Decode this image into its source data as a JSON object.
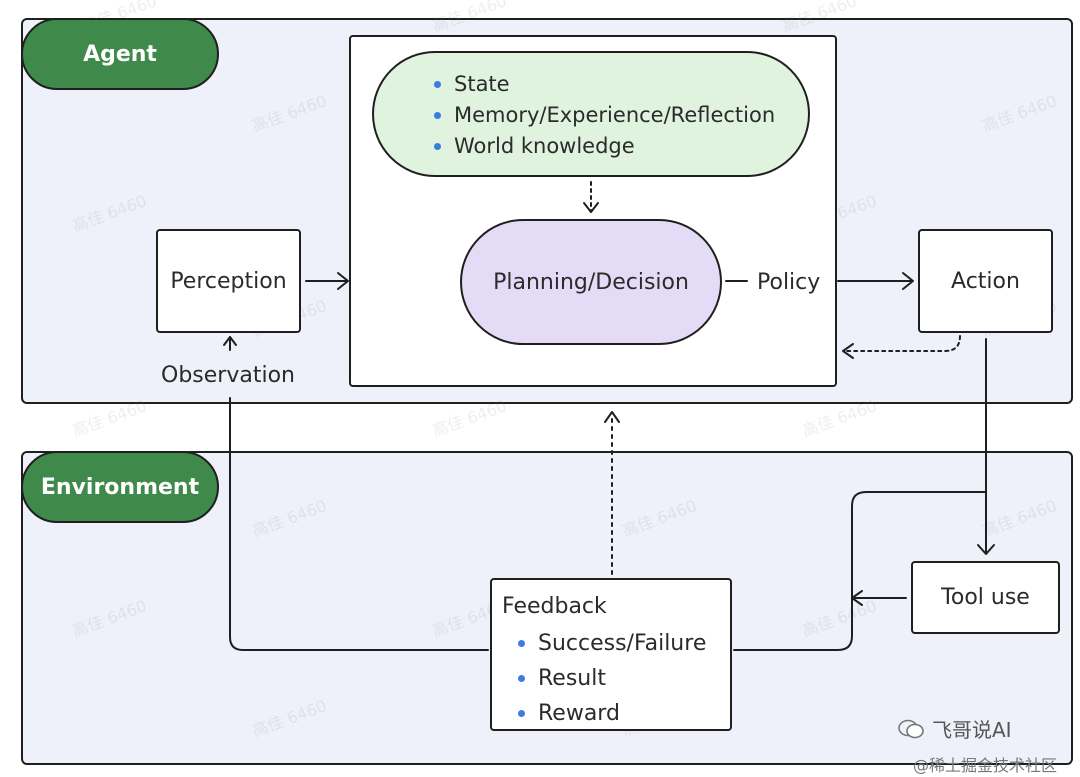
{
  "agent": {
    "title": "Agent",
    "memory_items": [
      "State",
      "Memory/Experience/Reflection",
      "World knowledge"
    ],
    "planning_label": "Planning/Decision",
    "policy_label": "Policy",
    "perception_label": "Perception",
    "observation_label": "Observation",
    "action_label": "Action"
  },
  "environment": {
    "title": "Environment",
    "tool_use_label": "Tool use",
    "feedback_title": "Feedback",
    "feedback_items": [
      "Success/Failure",
      "Result",
      "Reward"
    ]
  },
  "watermark_text": "高佳 6460",
  "credits": {
    "channel": "飞哥说AI",
    "site": "@稀土掘金技术社区"
  },
  "colors": {
    "panel_fill": "#eef1fa",
    "title_pill": "#3f8a4b",
    "memory_fill": "#dff3df",
    "planning_fill": "#e4dcf6",
    "bullet": "#3c7be0"
  }
}
